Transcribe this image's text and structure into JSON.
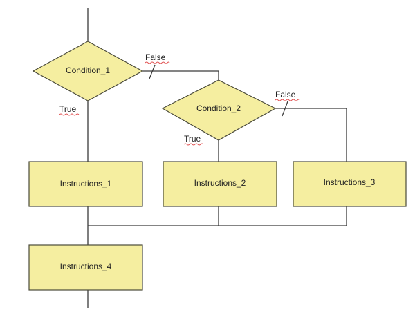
{
  "nodes": {
    "condition_1": "Condition_1",
    "condition_2": "Condition_2",
    "instructions_1": "Instructions_1",
    "instructions_2": "Instructions_2",
    "instructions_3": "Instructions_3",
    "instructions_4": "Instructions_4"
  },
  "edge_labels": {
    "c1_false": "False",
    "c1_true": "True",
    "c2_false": "False",
    "c2_true": "True"
  },
  "colors": {
    "node_fill": "#f5eea0",
    "node_stroke": "#4a4a3a",
    "line": "#3a3a3a",
    "spellcheck_underline": "#e05050"
  }
}
